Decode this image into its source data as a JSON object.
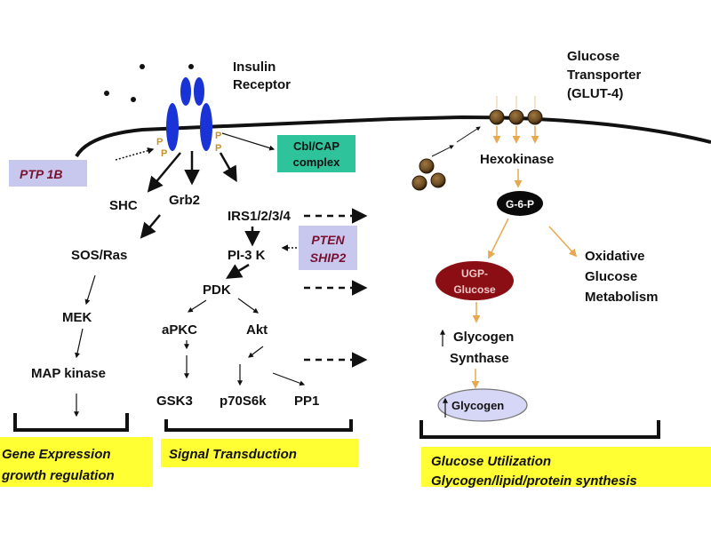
{
  "receptor": {
    "title_line1": "Insulin",
    "title_line2": "Receptor",
    "phospho": [
      "P",
      "P",
      "P",
      "P"
    ]
  },
  "transporter": {
    "title_line1": "Glucose",
    "title_line2": "Transporter",
    "title_line3": "(GLUT-4)"
  },
  "inhibitors": {
    "ptp1b": "PTP 1B",
    "pten": "PTEN",
    "ship2": "SHIP2"
  },
  "cbl_cap": {
    "line1": "Cbl/CAP",
    "line2": "complex"
  },
  "nodes": {
    "shc": "SHC",
    "grb2": "Grb2",
    "irs": "IRS1/2/3/4",
    "sos_ras": "SOS/Ras",
    "pi3k": "PI-3 K",
    "pdk": "PDK",
    "mek": "MEK",
    "apkc": "aPKC",
    "akt": "Akt",
    "map_kinase": "MAP kinase",
    "gsk3": "GSK3",
    "p70s6k": "p70S6k",
    "pp1": "PP1",
    "hexokinase": "Hexokinase",
    "g6p": "G-6-P",
    "ugp_line1": "UGP-",
    "ugp_line2": "Glucose",
    "oxidative_line1": "Oxidative",
    "oxidative_line2": "Glucose",
    "oxidative_line3": "Metabolism",
    "glycogen_synthase_line1": "Glycogen",
    "glycogen_synthase_line2": "Synthase",
    "glycogen": "Glycogen"
  },
  "categories": {
    "gene_line1": "Gene Expression",
    "gene_line2": "growth regulation",
    "signal": "Signal Transduction",
    "glucose_line1": "Glucose Utilization",
    "glucose_line2": "Glycogen/lipid/protein synthesis"
  },
  "colors": {
    "receptor": "#1a33d6",
    "highlight_yellow": "#ffff33",
    "inhibitor_box": "#c8c8ee",
    "inhibitor_text": "#7a1030",
    "cbl_box": "#2ec39a",
    "ugp_ellipse": "#8a0e14",
    "glycogen_ellipse": "#d6d6f6",
    "glut_ball": "#6a4a22",
    "orange_arrow": "#e8a850"
  }
}
